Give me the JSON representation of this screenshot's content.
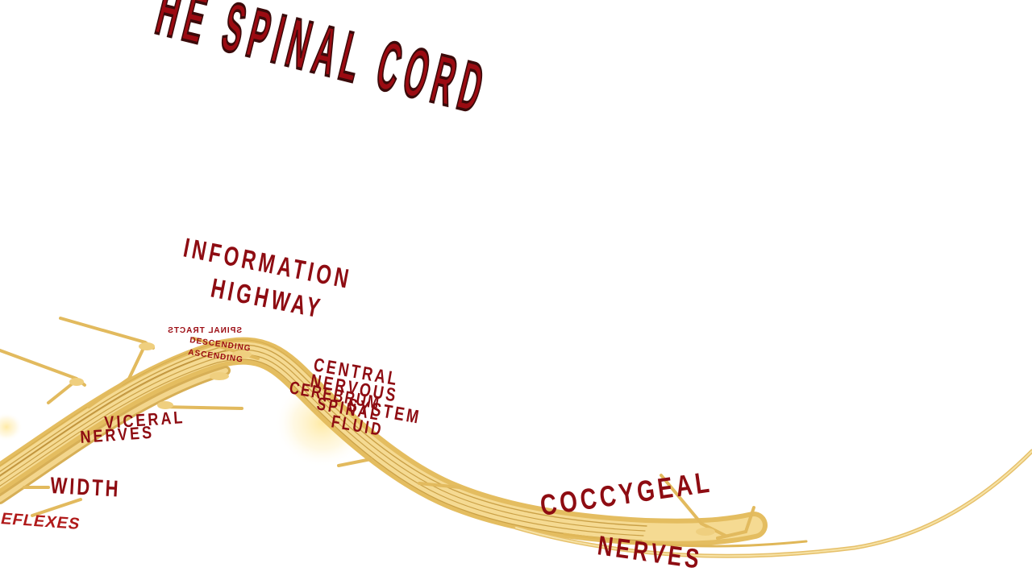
{
  "scene": {
    "title_partial": "HE SPINAL CORD",
    "labels": {
      "information_highway_line1": "INFORMATION",
      "information_highway_line2": "HIGHWAY",
      "spinal_tracts_line1": "SPINAL TRACTS",
      "spinal_tracts_line2": "DESCENDING",
      "spinal_tracts_line3": "ASCENDING",
      "central_nervous_line1": "CENTRAL",
      "central_nervous_line2": "NERVOUS",
      "central_nervous_line3": "SYSTEM",
      "brainstem": "CEREBRUM",
      "spinal_fluid_line1": "SPINAL",
      "spinal_fluid_line2": "FLUID",
      "cervical_line1": "VICERAL",
      "cervical_line2": "NERVES",
      "width": "WIDTH",
      "reflexes": "EFLEXES",
      "coccygeal_line1": "COCCYGEAL",
      "coccygeal_line2": "NERVES"
    },
    "colors": {
      "label_red": "#9b0b12",
      "label_shadow": "#3a0a0a",
      "cord_light": "#f3d58a",
      "cord_mid": "#e6bf63",
      "cord_dark": "#c99a3c",
      "glow": "#fff2b0"
    }
  }
}
